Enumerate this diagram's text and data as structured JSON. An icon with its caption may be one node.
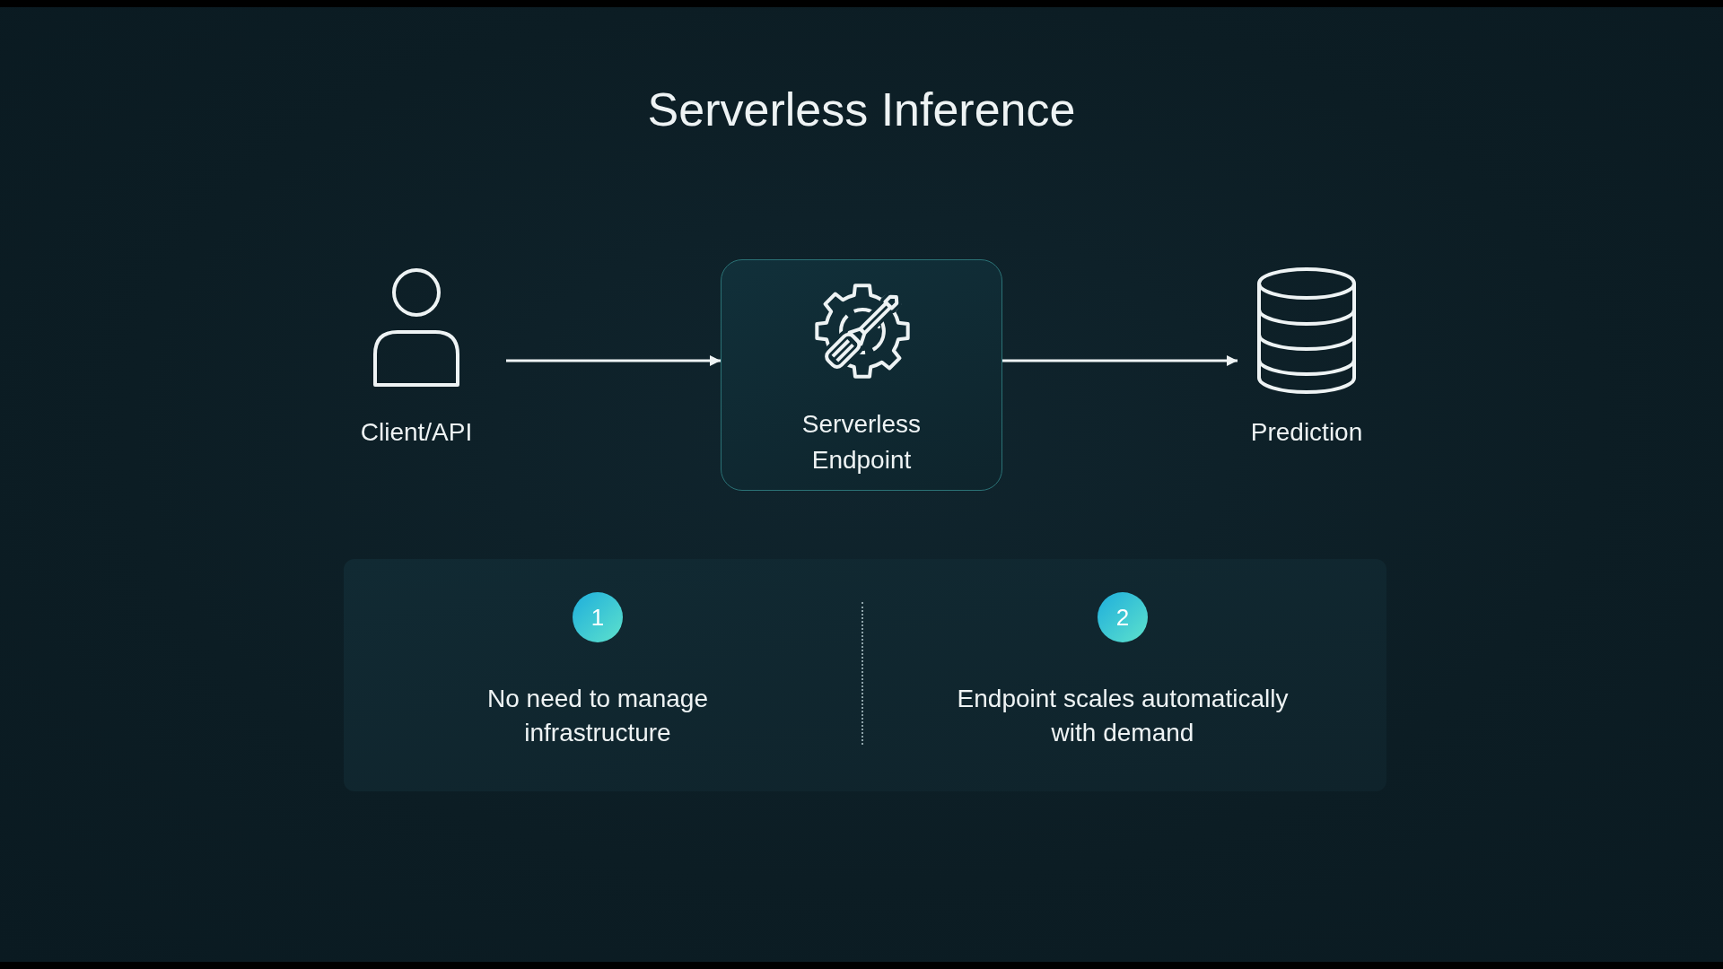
{
  "diagram": {
    "title": "Serverless Inference",
    "nodes": [
      {
        "text": [
          "Client/API"
        ]
      },
      {
        "text": [
          "Serverless Endpoint"
        ]
      },
      {
        "text": [
          "Prediction"
        ]
      },
      {
        "text": [],
        "shape": "box"
      },
      {
        "text": [
          "1"
        ],
        "in": 3,
        "beside": [
          "No need to manage infrastructure"
        ]
      },
      {
        "text": [
          "2"
        ],
        "in": 3,
        "beside": [
          "Endpoint scales automatically with demand"
        ]
      }
    ],
    "edges": [
      {
        "from": 0,
        "to": 1,
        "arrow": "to"
      },
      {
        "from": 1,
        "to": 2,
        "arrow": "to"
      }
    ]
  }
}
